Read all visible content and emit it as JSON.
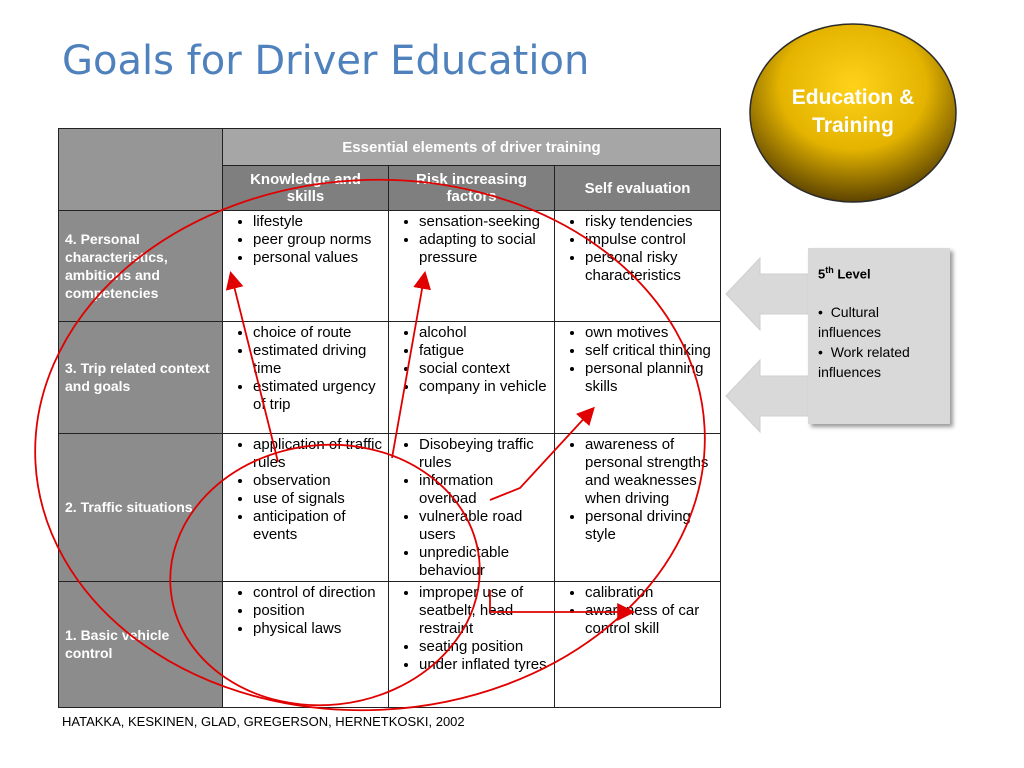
{
  "slide": {
    "title": "Goals for Driver Education",
    "badge": {
      "line1": "Education &",
      "line2": "Training"
    },
    "citation": "HATAKKA, KESKINEN, GLAD, GREGERSON, HERNETKOSKI, 2002"
  },
  "table": {
    "top_header": "Essential elements of driver training",
    "columns": [
      {
        "line1": "Knowledge and",
        "line2": "skills"
      },
      {
        "line1": "Risk increasing",
        "line2": "factors"
      },
      {
        "line1": "Self evaluation",
        "line2": ""
      }
    ],
    "rows": [
      {
        "label": "4. Personal characteristics, ambitions and competencies",
        "cells": [
          [
            "lifestyle",
            "peer group norms",
            "personal values"
          ],
          [
            "sensation-seeking",
            "adapting to social pressure"
          ],
          [
            "risky tendencies",
            "impulse control",
            "personal risky characteristics"
          ]
        ]
      },
      {
        "label": "3. Trip related context and goals",
        "cells": [
          [
            "choice of route",
            "estimated driving time",
            "estimated urgency of trip"
          ],
          [
            "alcohol",
            "fatigue",
            "social context",
            "company in vehicle"
          ],
          [
            "own motives",
            "self critical thinking",
            "personal planning skills"
          ]
        ]
      },
      {
        "label": "2. Traffic situations",
        "cells": [
          [
            "application of traffic rules",
            "observation",
            "use of signals",
            "anticipation of events"
          ],
          [
            "Disobeying traffic rules",
            "information overload",
            "vulnerable road users",
            "unpredictable behaviour"
          ],
          [
            "awareness of personal strengths and weaknesses when driving",
            "personal driving style"
          ]
        ]
      },
      {
        "label": "1. Basic vehicle control",
        "cells": [
          [
            "control of direction",
            "position",
            "physical laws"
          ],
          [
            "improper use of seatbelt, head restraint",
            "seating position",
            "under inflated tyres"
          ],
          [
            "calibration",
            "awareness of car control skill"
          ]
        ]
      }
    ]
  },
  "side_panel": {
    "level_prefix": "5",
    "level_sup": "th",
    "level_suffix": " Level",
    "items": [
      "Cultural influences",
      "Work related influences"
    ]
  },
  "colors": {
    "title": "#4f81bd",
    "annotation": "#e00000",
    "badge_gold": "#ffcc00",
    "badge_dark": "#6b4e00"
  }
}
